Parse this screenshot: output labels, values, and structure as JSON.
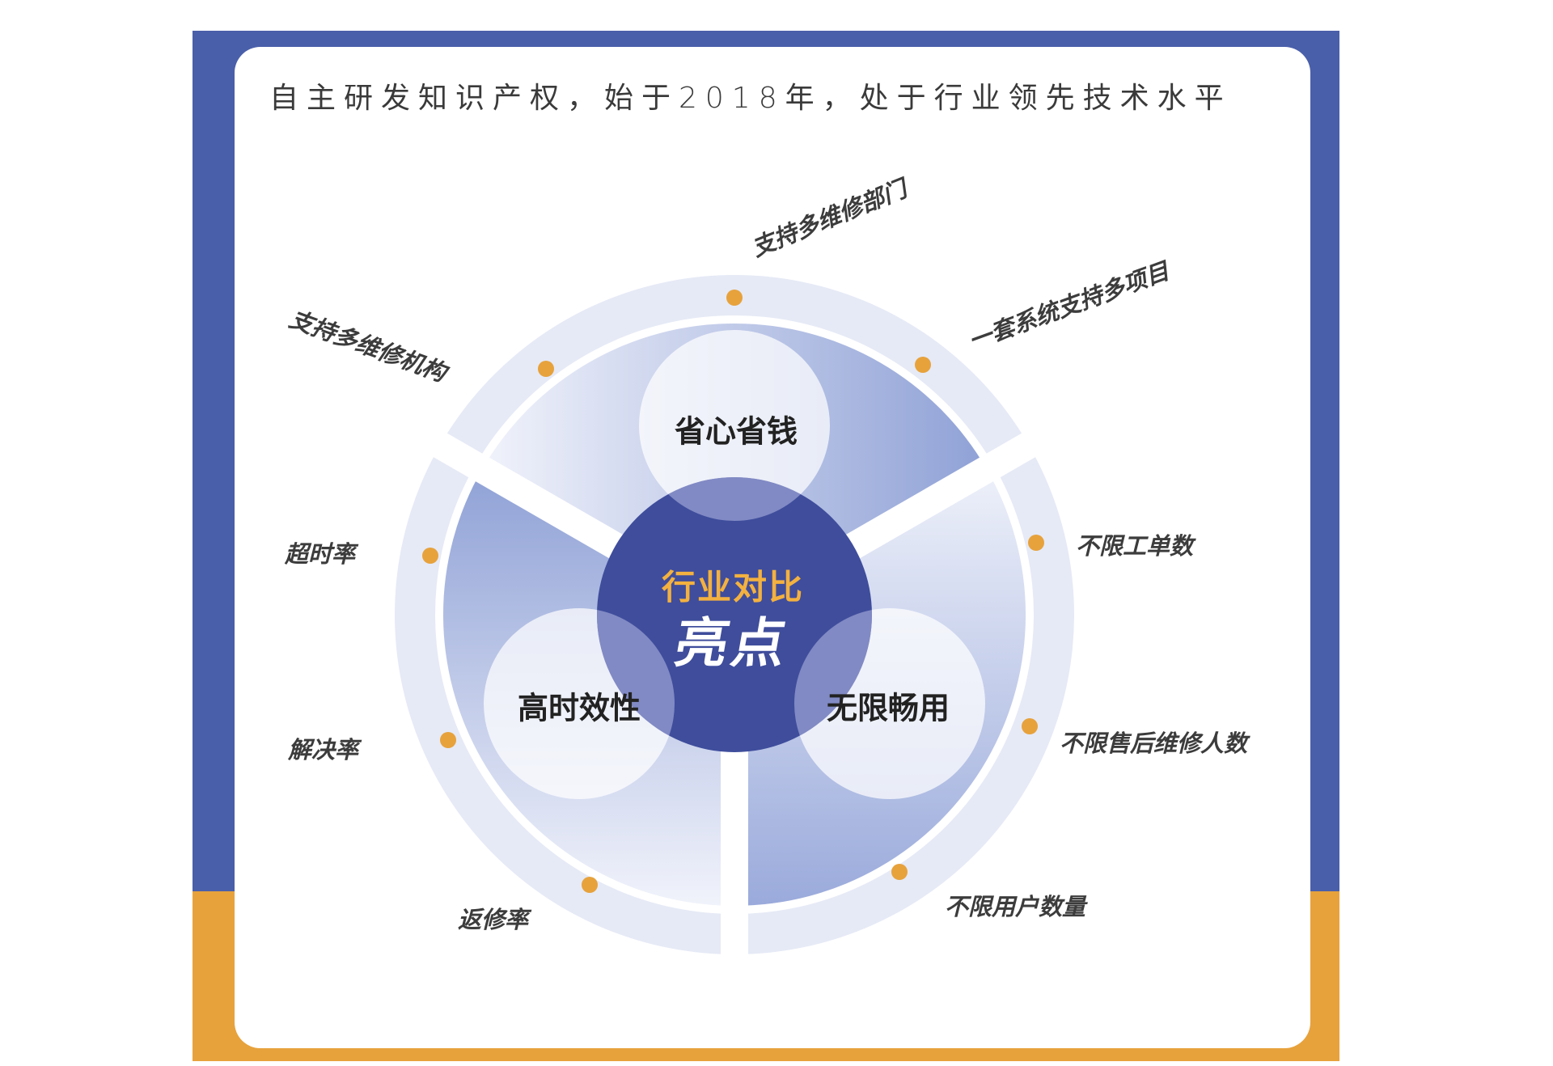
{
  "headline": "自主研发知识产权，始于2018年，处于行业领先技术水平",
  "center": {
    "title": "行业对比",
    "subtitle": "亮点"
  },
  "segments": {
    "top": "省心省钱",
    "left": "高时效性",
    "right": "无限畅用"
  },
  "labels": {
    "top_1": "支持多维修部门",
    "top_2": "支持多维修机构",
    "top_3": "一套系统支持多项目",
    "left_1": "超时率",
    "left_2": "解决率",
    "left_3": "返修率",
    "right_1": "不限工单数",
    "right_2": "不限售后维修人数",
    "right_3": "不限用户数量"
  },
  "colors": {
    "frame_blue": "#4a5faa",
    "frame_orange": "#e7a23c",
    "center_blue": "#3f4d9c",
    "center_title": "#f3b13f",
    "dot": "#e7a23c"
  }
}
